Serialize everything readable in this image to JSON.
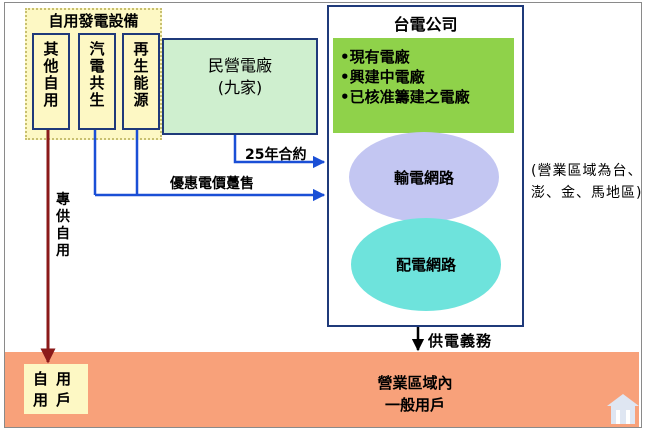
{
  "self_generation": {
    "title": "自用發電設備",
    "boxes": [
      "其他自用",
      "汽電共生",
      "再生能源"
    ]
  },
  "ipp": {
    "title": "民營電廠",
    "subtitle": "(九家)"
  },
  "taipower": {
    "title": "台電公司",
    "plants": [
      "•現有電廠",
      "•興建中電廠",
      "•已核准籌建之電廠"
    ],
    "transmission": "輸電網路",
    "distribution": "配電網路"
  },
  "flows": {
    "contract": "25年合約",
    "wholesale": "優惠電價躉售",
    "dedicated": "專供自用",
    "obligation": "供電義務"
  },
  "note": "(營業區域為台、澎、金、馬地區)",
  "bottom": {
    "self_users": [
      "自用",
      "用戶"
    ],
    "general_users": [
      "營業區域內",
      "一般用戶"
    ]
  },
  "colors": {
    "border": "#1f3a7a",
    "arrow_blue": "#1a4fd6",
    "arrow_red": "#8b1a1a",
    "ipp_fill": "#cfefcf",
    "plants_fill": "#8fd24a",
    "trans_fill": "#c3c6f2",
    "dist_fill": "#6ee3dc",
    "band_fill": "#f8a17a",
    "selfgen_fill": "#fdf8c4"
  }
}
